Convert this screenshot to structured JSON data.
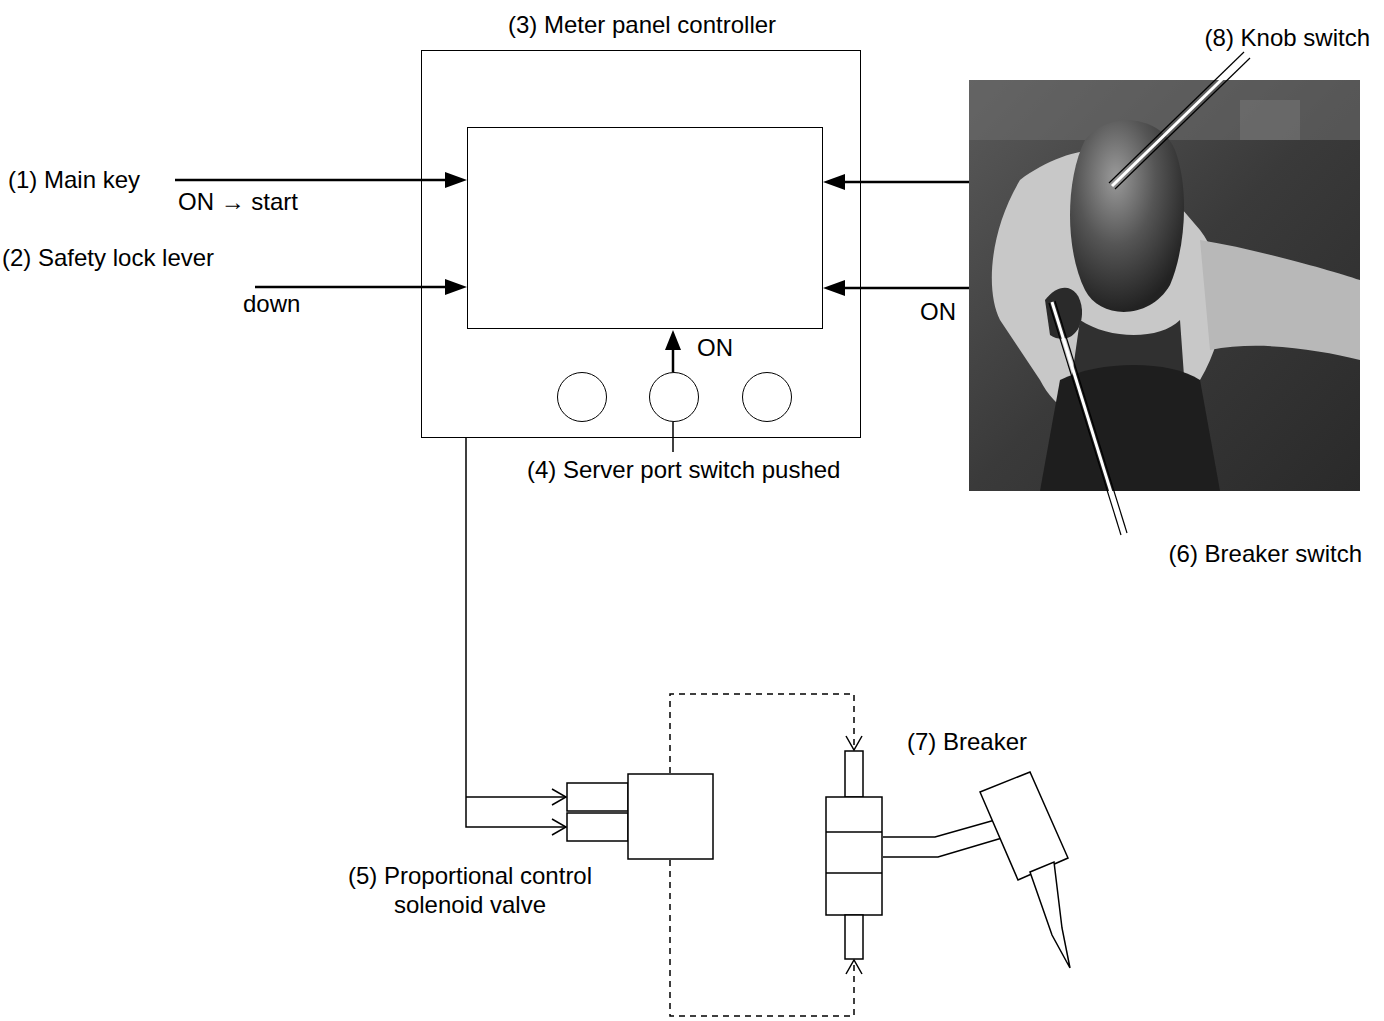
{
  "diagram": {
    "nodes": [
      {
        "text": [
          "(3) Meter panel controller"
        ]
      },
      {
        "text": [
          "(5) Proportional control solenoid valve"
        ]
      },
      {
        "text": [
          "(7) Breaker"
        ]
      }
    ],
    "edges": [
      {
        "from": 0,
        "to": 1,
        "arrow": "to"
      },
      {
        "from": 1,
        "to": 2,
        "arrow": "to"
      },
      {
        "from": 1,
        "to": 2,
        "arrow": "to"
      }
    ],
    "labels": [
      "(1) Main key",
      "ON → start",
      "(2) Safety lock lever",
      "down",
      "ON",
      "(4) Server port switch pushed",
      "(8) Knob switch",
      "ON",
      "(6) Breaker switch"
    ]
  }
}
